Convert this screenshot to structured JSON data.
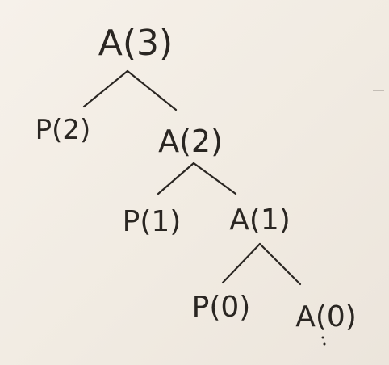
{
  "tree": {
    "nodes": [
      {
        "id": "a3",
        "label": "A(3)"
      },
      {
        "id": "p2",
        "label": "P(2)"
      },
      {
        "id": "a2",
        "label": "A(2)"
      },
      {
        "id": "p1",
        "label": "P(1)"
      },
      {
        "id": "a1",
        "label": "A(1)"
      },
      {
        "id": "p0",
        "label": "P(0)"
      },
      {
        "id": "a0",
        "label": "A(0)"
      }
    ],
    "edges": [
      {
        "from": "a3",
        "to": "p2"
      },
      {
        "from": "a3",
        "to": "a2"
      },
      {
        "from": "a2",
        "to": "p1"
      },
      {
        "from": "a2",
        "to": "a1"
      },
      {
        "from": "a1",
        "to": "p0"
      },
      {
        "from": "a1",
        "to": "a0"
      }
    ]
  }
}
